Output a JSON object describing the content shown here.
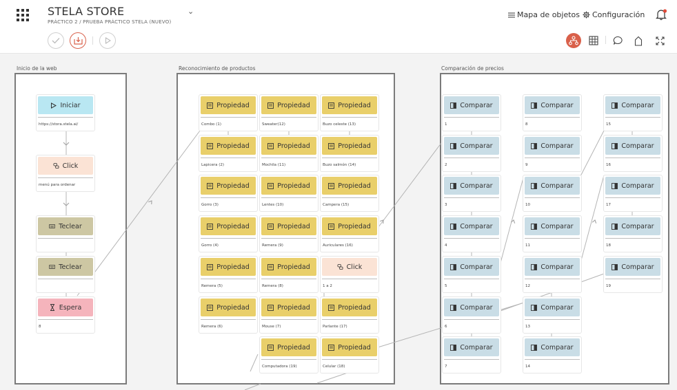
{
  "header": {
    "title": "STELA STORE",
    "breadcrumb": "PRÁCTICO 2 / PRUEBA PRÁCTICO STELA (NUEVO)",
    "objects_map": "Mapa de objetos",
    "settings": "Configuración"
  },
  "colors": {
    "accent": "#d9604a",
    "property": "#e9cf6a",
    "compare": "#c9dde6",
    "start": "#b9e7f2",
    "click": "#fbe3d5",
    "type": "#cdc7a3",
    "wait": "#f5b4bc"
  },
  "sections": [
    {
      "label": "Inicio de la web"
    },
    {
      "label": "Reconocimiento de productos"
    },
    {
      "label": "Comparación de precios"
    }
  ],
  "start_flow": [
    {
      "kind": "start",
      "icon": "play-icon",
      "label": "Iniciar",
      "caption": "https://stora.stela.ai/"
    },
    {
      "kind": "click",
      "icon": "link-icon",
      "label": "Click",
      "caption": "menú para ordenar"
    },
    {
      "kind": "type",
      "icon": "keyboard-icon",
      "label": "Teclear",
      "caption": ""
    },
    {
      "kind": "type",
      "icon": "keyboard-icon",
      "label": "Teclear",
      "caption": ""
    },
    {
      "kind": "wait",
      "icon": "hourglass-icon",
      "label": "Espera",
      "caption": "8"
    }
  ],
  "products": [
    {
      "label": "Propiedad",
      "caption": "Combo (1)"
    },
    {
      "label": "Propiedad",
      "caption": "Sweater(12)"
    },
    {
      "label": "Propiedad",
      "caption": "Buzo celeste (13)"
    },
    {
      "label": "Propiedad",
      "caption": "Lapicera (2)"
    },
    {
      "label": "Propiedad",
      "caption": "Mochila (11)"
    },
    {
      "label": "Propiedad",
      "caption": "Buzo salmón (14)"
    },
    {
      "label": "Propiedad",
      "caption": "Gorro (3)"
    },
    {
      "label": "Propiedad",
      "caption": "Lentes (10)"
    },
    {
      "label": "Propiedad",
      "caption": "Campera (15)"
    },
    {
      "label": "Propiedad",
      "caption": "Gorro (4)"
    },
    {
      "label": "Propiedad",
      "caption": "Remera (9)"
    },
    {
      "label": "Propiedad",
      "caption": "Auriculares (16)"
    },
    {
      "label": "Propiedad",
      "caption": "Remera (5)"
    },
    {
      "label": "Propiedad",
      "caption": "Remera (8)"
    },
    {
      "label": "Click",
      "caption": "1 a 2"
    },
    {
      "label": "Propiedad",
      "caption": "Remera (6)"
    },
    {
      "label": "Propiedad",
      "caption": "Mouse (7)"
    },
    {
      "label": "Propiedad",
      "caption": "Parlante (17)"
    },
    {
      "label": "Propiedad",
      "caption": "Computadora (19)"
    },
    {
      "label": "Propiedad",
      "caption": "Celular (18)"
    }
  ],
  "compare_label": "Comparar",
  "compare_columns": [
    [
      "1",
      "2",
      "3",
      "4",
      "5",
      "6",
      "7"
    ],
    [
      "8",
      "9",
      "10",
      "11",
      "12",
      "13",
      "14"
    ],
    [
      "15",
      "16",
      "17",
      "18",
      "19"
    ]
  ]
}
